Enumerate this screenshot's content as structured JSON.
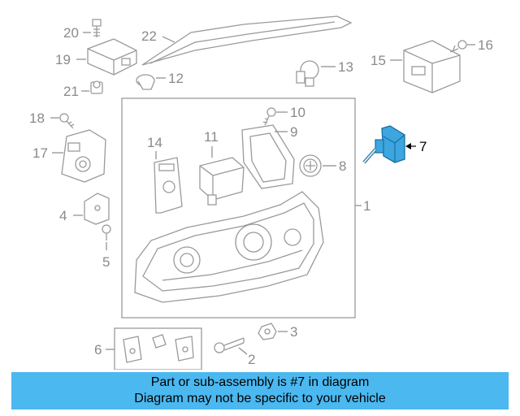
{
  "diagram": {
    "callouts": {
      "c1": "1",
      "c2": "2",
      "c3": "3",
      "c4": "4",
      "c5": "5",
      "c6": "6",
      "c7": "7",
      "c8": "8",
      "c9": "9",
      "c10": "10",
      "c11": "11",
      "c12": "12",
      "c13": "13",
      "c14": "14",
      "c15": "15",
      "c16": "16",
      "c17": "17",
      "c18": "18",
      "c19": "19",
      "c20": "20",
      "c21": "21",
      "c22": "22"
    },
    "highlighted_part": "7",
    "colors": {
      "line_art": "#9a9a9a",
      "highlight_part": "#3da6e0",
      "highlight_label": "#000000"
    }
  },
  "banner": {
    "line1": "Part or sub-assembly is #7 in diagram",
    "line2": "Diagram may not be specific to your vehicle",
    "background": "#4bb8f0"
  }
}
